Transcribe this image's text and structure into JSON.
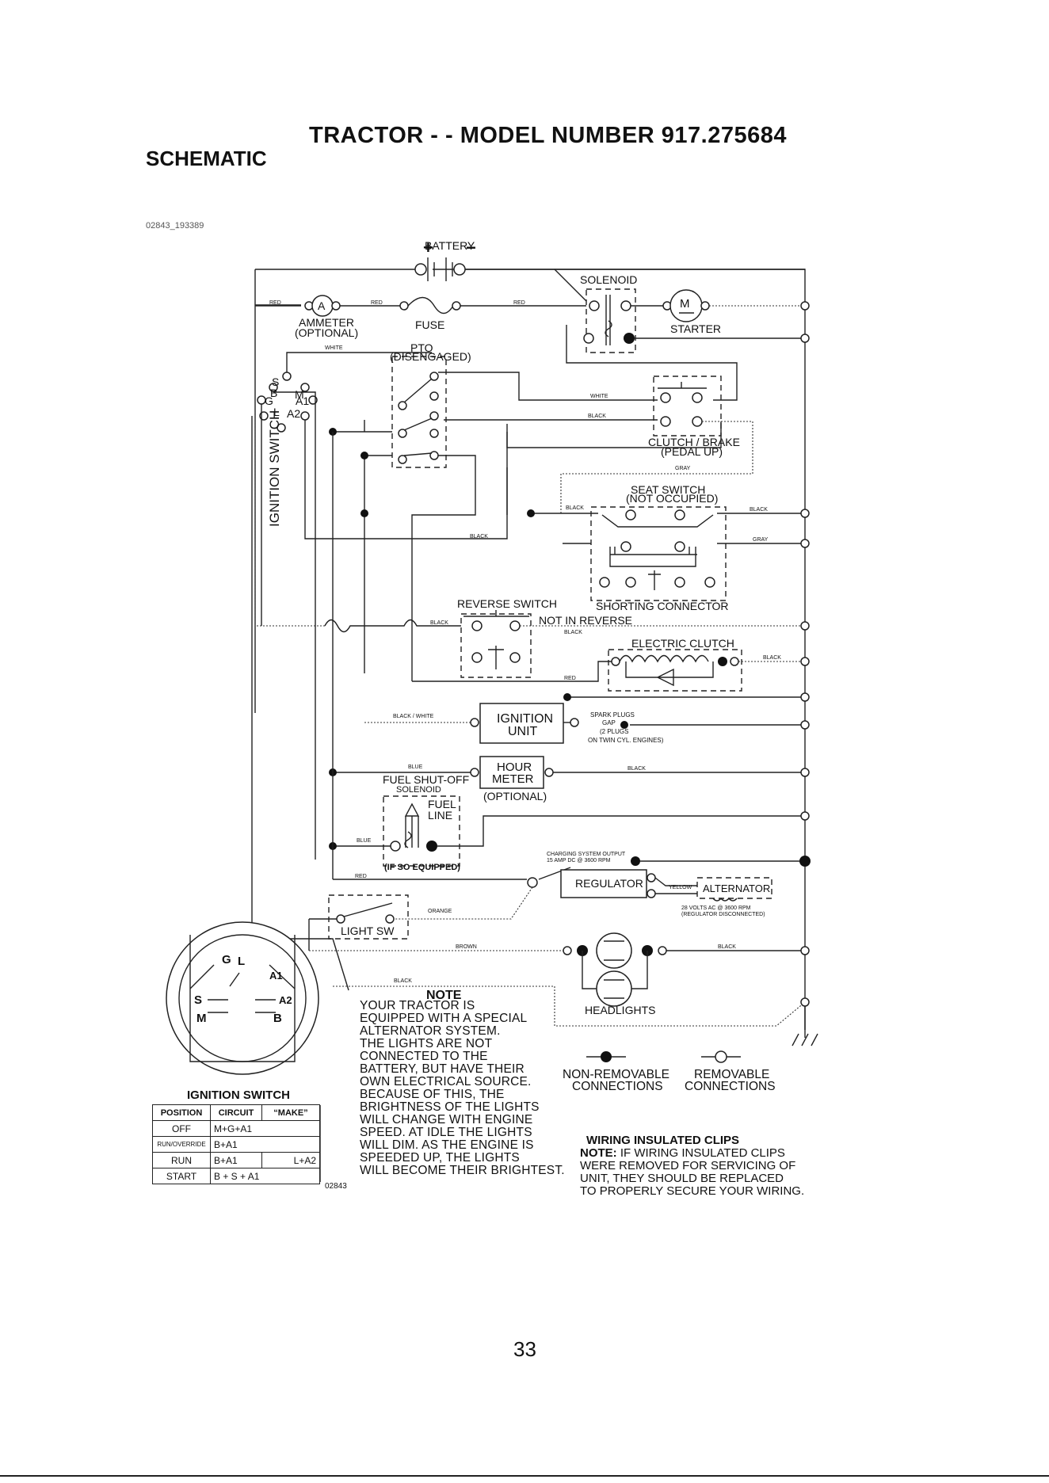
{
  "header": {
    "title": "TRACTOR - - MODEL NUMBER 917.275684",
    "subtitle": "SCHEMATIC",
    "doc_number": "02843_193389"
  },
  "components": {
    "battery": "BATTERY",
    "solenoid": "SOLENOID",
    "ammeter": "AMMETER",
    "ammeter_optional": "(OPTIONAL)",
    "ammeter_symbol": "A",
    "fuse": "FUSE",
    "starter": "STARTER",
    "starter_symbol": "M",
    "pto": "PTO",
    "pto_state": "(DISENGAGED)",
    "clutch_brake": "CLUTCH / BRAKE",
    "clutch_brake_state": "(PEDAL UP)",
    "seat_switch": "SEAT SWITCH",
    "seat_switch_state": "(NOT OCCUPIED)",
    "shorting_connector": "SHORTING CONNECTOR",
    "reverse_switch": "REVERSE SWITCH",
    "not_in_reverse": "NOT IN REVERSE",
    "electric_clutch": "ELECTRIC CLUTCH",
    "ignition_unit_1": "IGNITION",
    "ignition_unit_2": "UNIT",
    "spark_plugs_1": "SPARK PLUGS",
    "spark_plugs_2": "GAP",
    "spark_plugs_3": "(2 PLUGS",
    "spark_plugs_4": "ON TWIN CYL. ENGINES)",
    "hour_meter_1": "HOUR",
    "hour_meter_2": "METER",
    "hour_meter_optional": "(OPTIONAL)",
    "fuel_shutoff_1": "FUEL SHUT-OFF",
    "fuel_shutoff_2": "SOLENOID",
    "fuel_line_1": "FUEL",
    "fuel_line_2": "LINE",
    "if_so_equipped": "(IF SO EQUIPPED)",
    "regulator": "REGULATOR",
    "alternator": "ALTERNATOR",
    "alternator_spec": "28 VOLTS AC @ 3600 RPM",
    "alternator_spec_2": "(REGULATOR DISCONNECTED)",
    "charging_output_1": "CHARGING SYSTEM OUTPUT",
    "charging_output_2": "15 AMP DC @ 3600 RPM",
    "light_sw": "LIGHT SW",
    "headlights": "HEADLIGHTS",
    "ignition_switch_vertical": "IGNITION SWITCH",
    "plus": "+",
    "minus": "−"
  },
  "terminals": {
    "b": "B",
    "s": "S",
    "m": "M",
    "g": "G",
    "a1": "A1",
    "l": "L",
    "a2": "A2"
  },
  "wire_labels": {
    "red": "RED",
    "white": "WHITE",
    "black": "BLACK",
    "gray": "GRAY",
    "black_white": "BLACK / WHITE",
    "blue": "BLUE",
    "orange": "ORANGE",
    "brown": "BROWN",
    "yellow": "YELLOW"
  },
  "note": {
    "title": "NOTE",
    "lines": [
      "YOUR TRACTOR IS",
      "EQUIPPED WITH A SPECIAL",
      "ALTERNATOR SYSTEM.",
      "THE LIGHTS ARE NOT",
      "CONNECTED TO THE",
      "BATTERY, BUT HAVE THEIR",
      "OWN ELECTRICAL SOURCE.",
      "BECAUSE OF THIS, THE",
      "BRIGHTNESS OF THE LIGHTS",
      "WILL CHANGE WITH ENGINE",
      "SPEED.  AT IDLE THE LIGHTS",
      "WILL DIM.  AS THE ENGINE IS",
      "SPEEDED UP, THE LIGHTS",
      "WILL BECOME THEIR BRIGHTEST."
    ],
    "ref": "02843"
  },
  "legend": {
    "non_removable_1": "NON-REMOVABLE",
    "non_removable_2": "CONNECTIONS",
    "removable_1": "REMOVABLE",
    "removable_2": "CONNECTIONS"
  },
  "clips": {
    "title": "WIRING INSULATED CLIPS",
    "note_label": "NOTE:",
    "line1": " IF WIRING INSULATED CLIPS",
    "line2": "WERE REMOVED FOR SERVICING OF",
    "line3": "UNIT, THEY SHOULD BE REPLACED",
    "line4": "TO PROPERLY SECURE YOUR WIRING."
  },
  "ignition_switch": {
    "title": "IGNITION SWITCH",
    "headers": [
      "POSITION",
      "CIRCUIT",
      "“MAKE”"
    ],
    "rows": [
      {
        "position": "OFF",
        "circuit": "M+G+A1",
        "make": ""
      },
      {
        "position": "RUN/OVERRIDE",
        "circuit": "B+A1",
        "make": ""
      },
      {
        "position": "RUN",
        "circuit": "B+A1",
        "make": "L+A2"
      },
      {
        "position": "START",
        "circuit": "B + S + A1",
        "make": ""
      }
    ]
  },
  "page_number": "33"
}
